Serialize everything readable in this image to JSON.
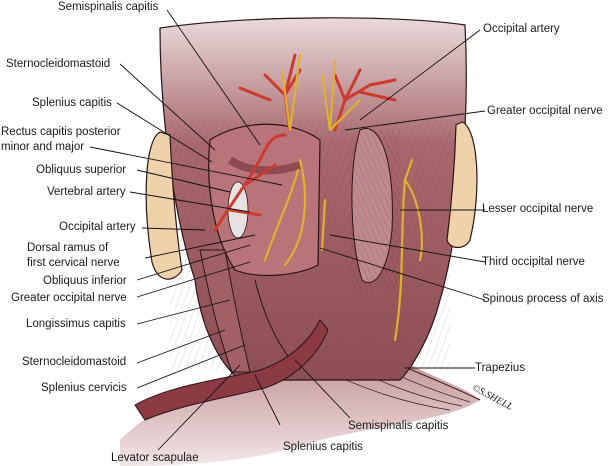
{
  "figure": {
    "title": "Posterior neck and suboccipital region anatomy",
    "colors": {
      "muscle": "#9c5a5e",
      "muscle_light": "#d8b8ba",
      "artery": "#cc3a30",
      "nerve": "#e0b030",
      "ear": "#f0d2aa",
      "bone": "#eeeeee"
    },
    "signature": "©S.SHELL"
  },
  "labels_left": [
    {
      "id": "semispinalis-capitis-top",
      "text": "Semispinalis capitis"
    },
    {
      "id": "sternocleidomastoid-top",
      "text": "Sternocleidomastoid"
    },
    {
      "id": "splenius-capitis-top",
      "text": "Splenius capitis"
    },
    {
      "id": "rectus-capitis-line1",
      "text": "Rectus capitis posterior"
    },
    {
      "id": "rectus-capitis-line2",
      "text": "minor and major"
    },
    {
      "id": "obliquus-superior",
      "text": "Obliquus superior"
    },
    {
      "id": "vertebral-artery",
      "text": "Vertebral artery"
    },
    {
      "id": "occipital-artery-left",
      "text": "Occipital artery"
    },
    {
      "id": "dorsal-ramus-line1",
      "text": "Dorsal ramus of"
    },
    {
      "id": "dorsal-ramus-line2",
      "text": "first cervical nerve"
    },
    {
      "id": "obliquus-inferior",
      "text": "Obliquus inferior"
    },
    {
      "id": "greater-occipital-nerve-left",
      "text": "Greater occipital nerve"
    },
    {
      "id": "longissimus-capitis",
      "text": "Longissimus capitis"
    },
    {
      "id": "sternocleidomastoid-bottom",
      "text": "Sternocleidomastoid"
    },
    {
      "id": "splenius-cervicis",
      "text": "Splenius cervicis"
    }
  ],
  "labels_right": [
    {
      "id": "occipital-artery-right",
      "text": "Occipital artery"
    },
    {
      "id": "greater-occipital-nerve-right",
      "text": "Greater occipital nerve"
    },
    {
      "id": "lesser-occipital-nerve",
      "text": "Lesser occipital nerve"
    },
    {
      "id": "third-occipital-nerve",
      "text": "Third occipital nerve"
    },
    {
      "id": "spinous-process-of-axis",
      "text": "Spinous process of axis"
    },
    {
      "id": "trapezius",
      "text": "Trapezius"
    }
  ],
  "labels_bottom": [
    {
      "id": "levator-scapulae",
      "text": "Levator scapulae"
    },
    {
      "id": "splenius-capitis-bottom",
      "text": "Splenius capitis"
    },
    {
      "id": "semispinalis-capitis-bottom",
      "text": "Semispinalis capitis"
    }
  ]
}
